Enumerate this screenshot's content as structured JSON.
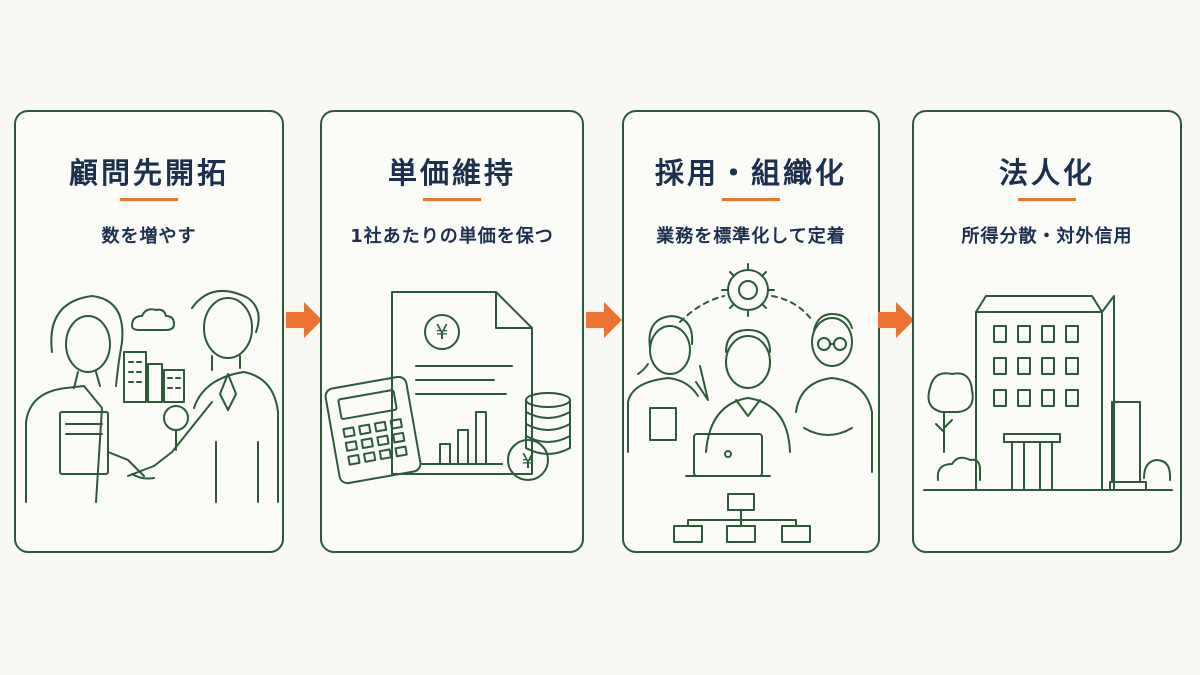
{
  "steps": [
    {
      "title": "顧問先開拓",
      "subtitle": "数を増やす"
    },
    {
      "title": "単価維持",
      "subtitle": "1社あたりの単価を保つ"
    },
    {
      "title": "採用・組織化",
      "subtitle": "業務を標準化して定着"
    },
    {
      "title": "法人化",
      "subtitle": "所得分散・対外信用"
    }
  ],
  "symbols": {
    "currency": "¥"
  },
  "colors": {
    "card_border": "#2c5a38",
    "line": "#2c5a38",
    "title": "#1d2f4e",
    "accent": "#ee7230",
    "background": "#f8f8f4"
  }
}
